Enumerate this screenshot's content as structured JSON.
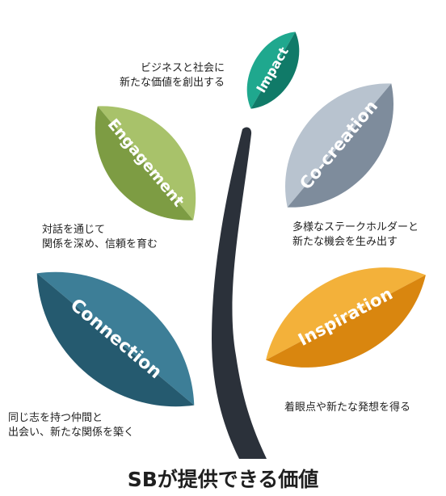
{
  "title": "SBが提供できる価値",
  "colors": {
    "trunk": "#2b313a",
    "impact": [
      "#1fa88e",
      "#107a68"
    ],
    "engagement": [
      "#a8c26a",
      "#7d9c43"
    ],
    "cocreation": [
      "#b8c3cf",
      "#7e8c9c"
    ],
    "inspiration": [
      "#f3b13a",
      "#d9860f"
    ],
    "connection": [
      "#3d7e97",
      "#255a6f"
    ]
  },
  "leaves": {
    "impact": {
      "label": "Impact",
      "caption": [
        "ビジネスと社会に",
        "新たな価値を創出する"
      ]
    },
    "engagement": {
      "label": "Engagement",
      "caption": [
        "対話を通じて",
        "関係を深め、信頼を育む"
      ]
    },
    "cocreation": {
      "label": "Co-creation",
      "caption": [
        "多様なステークホルダーと",
        "新たな機会を生み出す"
      ]
    },
    "inspiration": {
      "label": "Inspiration",
      "caption": [
        "着眼点や新たな発想を得る"
      ]
    },
    "connection": {
      "label": "Connection",
      "caption": [
        "同じ志を持つ仲間と",
        "出会い、新たな関係を築く"
      ]
    }
  }
}
